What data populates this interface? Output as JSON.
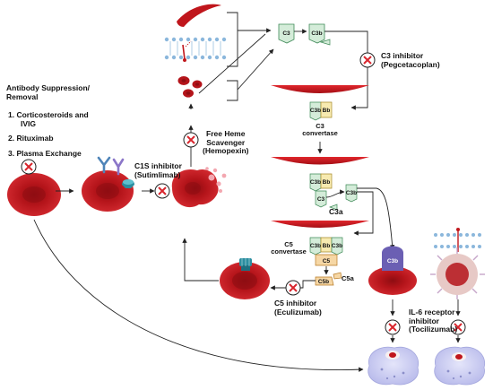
{
  "treatments": {
    "antibody_title_line1": "Antibody Suppression/",
    "antibody_title_line2": "Removal",
    "item1_line1": "1.  Corticosteroids and",
    "item1_line2": "IVIG",
    "item2": "2.  Rituximab",
    "item3": "3.  Plasma Exchange"
  },
  "inhibitors": {
    "c1s_line1": "C1S inhibitor",
    "c1s_line2": "(Sutimlimab)",
    "heme_line1": "Free Heme",
    "heme_line2": "Scavenger",
    "heme_line3": "(Hemopexin)",
    "c3_line1": "C3 inhibitor",
    "c3_line2": "(Pegcetacoplan)",
    "c5_line1": "C5 inhibitor",
    "c5_line2": "(Eculizumab)",
    "il6_line1": "IL-6 receptor",
    "il6_line2": "inhibitor",
    "il6_line3": "(Tocilizumab)"
  },
  "complement": {
    "c3": "C3",
    "c3b": "C3b",
    "bb": "Bb",
    "c3a": "C3a",
    "c5": "C5",
    "c5b": "C5b",
    "c5a": "C5a",
    "c3_convertase_line1": "C3",
    "c3_convertase_line2": "convertase",
    "c5_convertase_line1": "C5",
    "c5_convertase_line2": "convertase"
  },
  "colors": {
    "rbc": "#c0161c",
    "rbc_dark": "#8e0d12",
    "rbc_light": "#e5484d",
    "membrane": "#8bb7dc",
    "c3_green": "#d4ecd9",
    "c3_green_stroke": "#3f8a58",
    "bb_yellow": "#f7eab0",
    "c5_orange": "#f6d7a5",
    "c3b_purple": "#6b5fb3",
    "inhibitor_x": "#d9262d",
    "macrophage": "#c9cbf0",
    "arrow": "#222222",
    "antibody_blue": "#4e84b8",
    "antibody_purple": "#8b76c8",
    "c1_teal": "#2b8ea0"
  },
  "icons": [
    "red-blood-cell-icon",
    "sickle-cell-icon",
    "antibody-icon",
    "c1-complex-icon",
    "inhibitor-x-icon",
    "cell-membrane-icon",
    "macrophage-icon",
    "il6-cell-icon",
    "heme-fragment-icon",
    "mac-pore-icon"
  ]
}
